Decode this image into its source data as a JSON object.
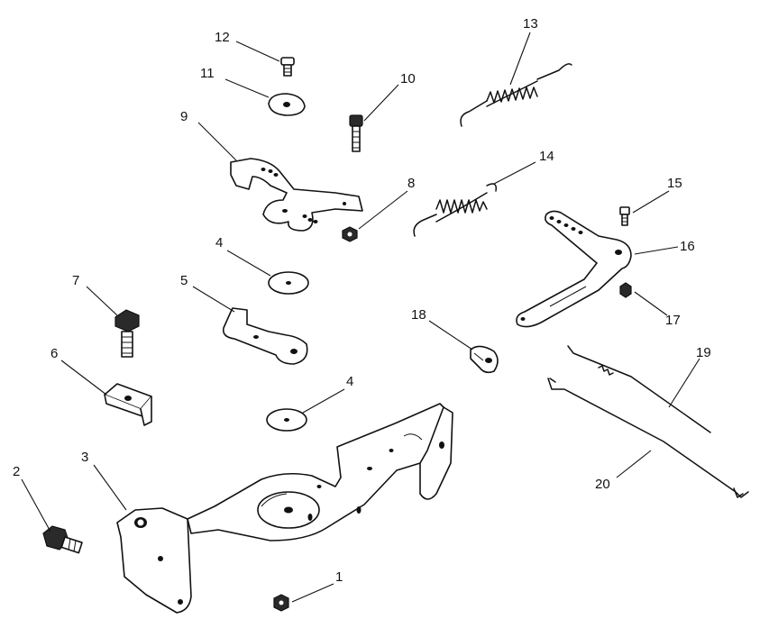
{
  "callouts": [
    {
      "id": "1",
      "text": "1"
    },
    {
      "id": "2",
      "text": "2"
    },
    {
      "id": "3",
      "text": "3"
    },
    {
      "id": "4a",
      "text": "4"
    },
    {
      "id": "4b",
      "text": "4"
    },
    {
      "id": "5",
      "text": "5"
    },
    {
      "id": "6",
      "text": "6"
    },
    {
      "id": "7",
      "text": "7"
    },
    {
      "id": "8",
      "text": "8"
    },
    {
      "id": "9",
      "text": "9"
    },
    {
      "id": "10",
      "text": "10"
    },
    {
      "id": "11",
      "text": "11"
    },
    {
      "id": "12",
      "text": "12"
    },
    {
      "id": "13",
      "text": "13"
    },
    {
      "id": "14",
      "text": "14"
    },
    {
      "id": "15",
      "text": "15"
    },
    {
      "id": "16",
      "text": "16"
    },
    {
      "id": "17",
      "text": "17"
    },
    {
      "id": "18",
      "text": "18"
    },
    {
      "id": "19",
      "text": "19"
    },
    {
      "id": "20",
      "text": "20"
    }
  ]
}
